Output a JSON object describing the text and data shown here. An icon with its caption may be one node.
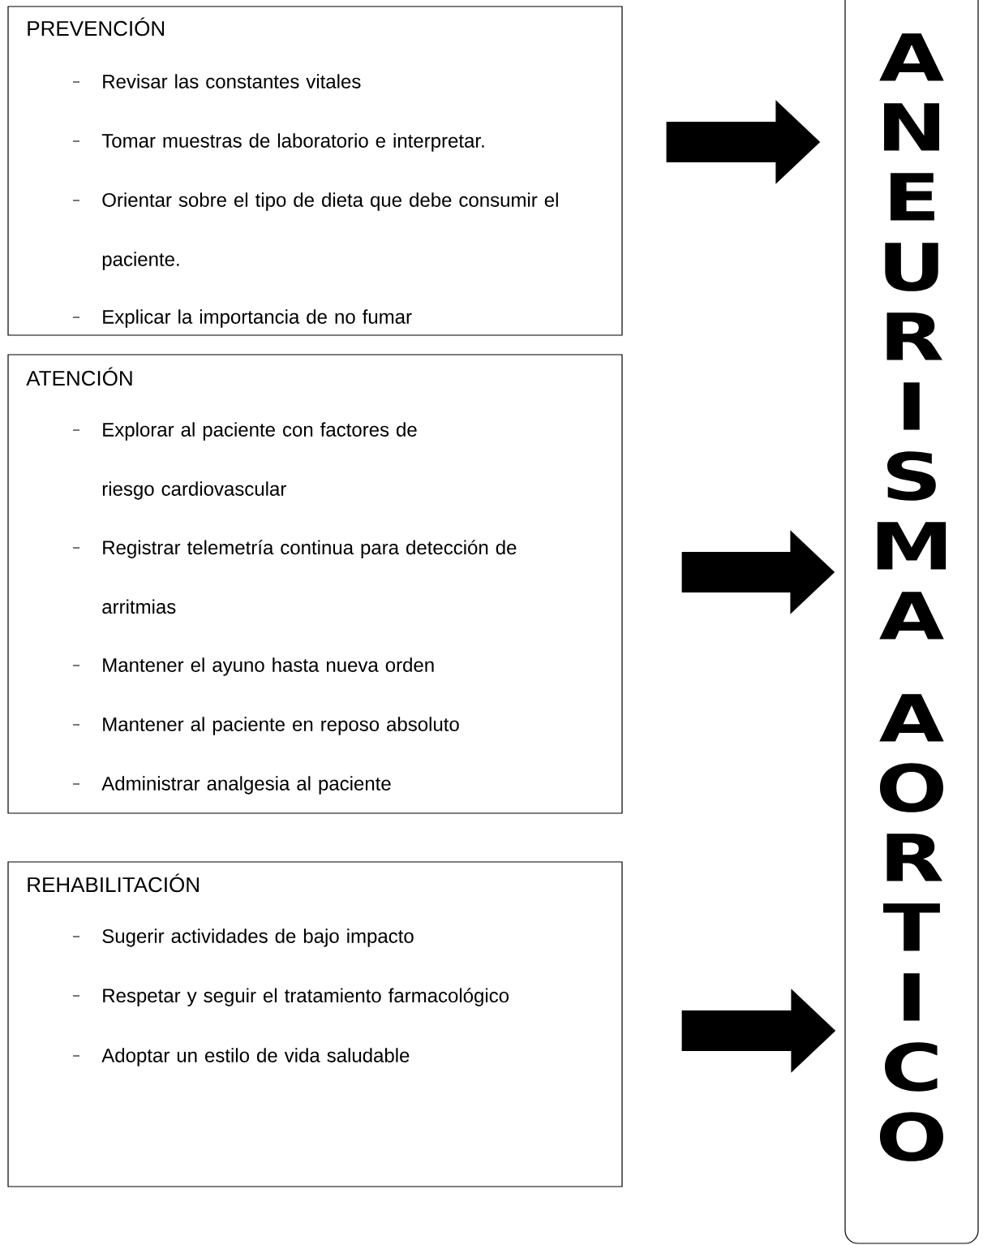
{
  "diagram": {
    "nodes": [
      {
        "text": [
          "PREVENCIÓN",
          "Revisar las constantes vitales",
          "Tomar muestras de laboratorio e interpretar.",
          "Orientar sobre el tipo de dieta que debe consumir el paciente.",
          "Explicar la importancia de no fumar"
        ]
      },
      {
        "text": [
          "ATENCIÓN",
          "Explorar al paciente con factores de riesgo cardiovascular",
          "Registrar telemetría continua para detección de arritmias",
          "Mantener el ayuno hasta nueva orden",
          "Mantener al paciente en reposo absoluto",
          "Administrar analgesia al paciente"
        ]
      },
      {
        "text": [
          "REHABILITACIÓN",
          "Sugerir actividades de bajo impacto",
          "Respetar y seguir el tratamiento farmacológico",
          "Adoptar un estilo de vida saludable"
        ]
      },
      {
        "text": [
          "ANEURISMA AORTICO"
        ]
      }
    ],
    "edges": [
      {
        "from": 0,
        "to": 3,
        "arrow": "to"
      },
      {
        "from": 1,
        "to": 3,
        "arrow": "to"
      },
      {
        "from": 2,
        "to": 3,
        "arrow": "to"
      }
    ]
  }
}
